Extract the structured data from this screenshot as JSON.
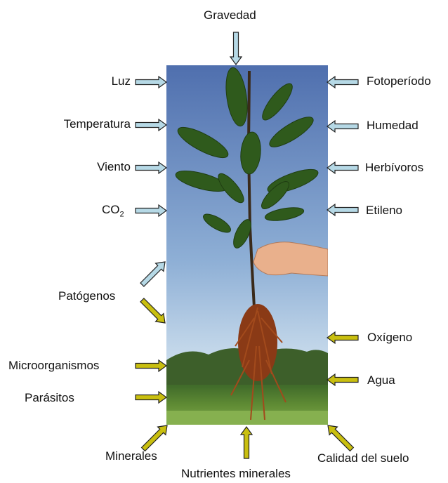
{
  "labels": {
    "top": "Gravedad",
    "left": [
      "Luz",
      "Temperatura",
      "Viento",
      "CO",
      "Patógenos",
      "Microorganismos",
      "Parásitos"
    ],
    "co2_subscript": "2",
    "right": [
      "Fotoperíodo",
      "Humedad",
      "Herbívoros",
      "Etileno",
      "Oxígeno",
      "Agua"
    ],
    "bottom": [
      "Minerales",
      "Nutrientes minerales",
      "Calidad del suelo"
    ]
  },
  "colors": {
    "aerial_arrow_fill": "#b6d9e6",
    "soil_arrow_fill": "#c9bf0f",
    "arrow_outline": "#222222",
    "sky_top": "#4f6fae",
    "sky_bottom": "#cfe0ee",
    "grass": "#6f9a3a",
    "leaf": "#2f5a1c",
    "root": "#8a3a16"
  }
}
